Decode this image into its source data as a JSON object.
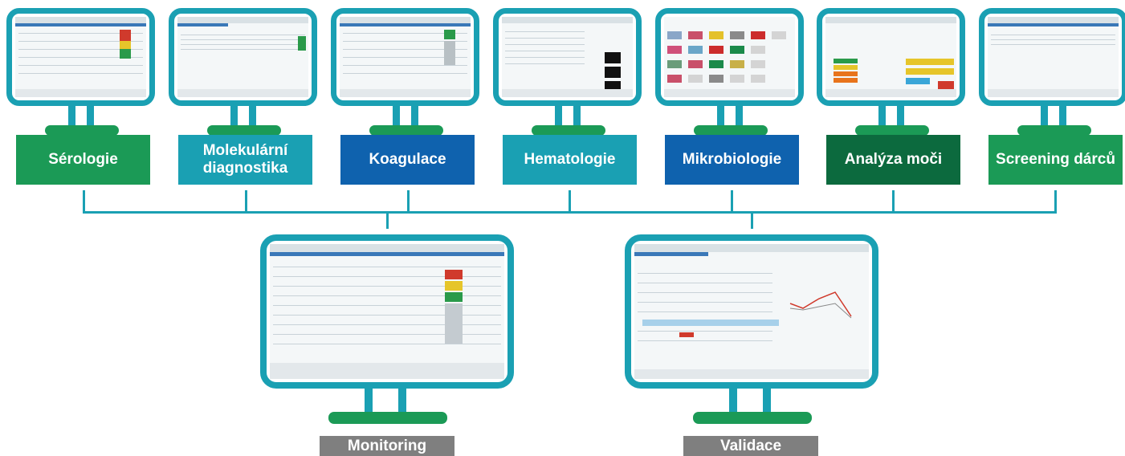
{
  "colors": {
    "monitor_frame": "#1aa0b3",
    "monitor_base": "#1b9a56",
    "connector": "#1aa0b3",
    "gray_label": "#7f7f7f"
  },
  "top_systems": [
    {
      "label": "Sérologie",
      "color": "#1b9a56"
    },
    {
      "label": "Molekulární diagnostika",
      "color": "#1aa0b3"
    },
    {
      "label": "Koagulace",
      "color": "#0f62ae"
    },
    {
      "label": "Hematologie",
      "color": "#1aa0b3"
    },
    {
      "label": "Mikrobiologie",
      "color": "#0f62ae"
    },
    {
      "label": "Analýza moči",
      "color": "#0c6a3e"
    },
    {
      "label": "Screening dárců",
      "color": "#1b9a56"
    }
  ],
  "bottom_systems": [
    {
      "label": "Monitoring",
      "color": "#7f7f7f"
    },
    {
      "label": "Validace",
      "color": "#7f7f7f"
    }
  ]
}
